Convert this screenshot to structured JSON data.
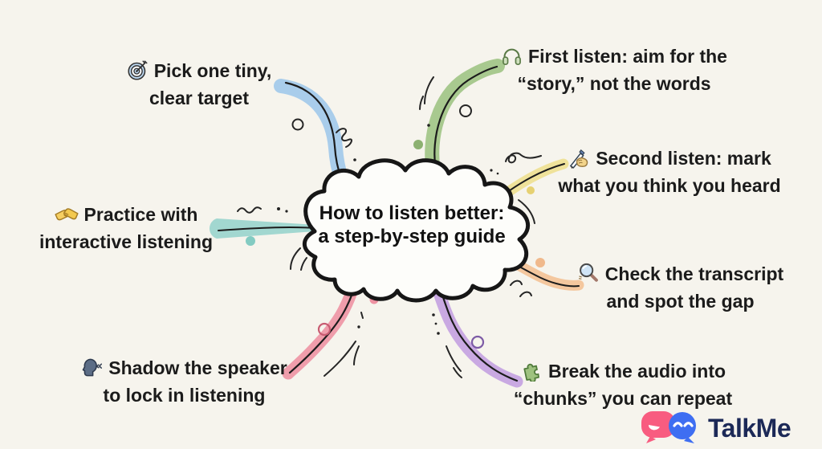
{
  "background": "#f6f4ed",
  "title": {
    "line1": "How to listen better:",
    "line2": "a step-by-step guide"
  },
  "nodes": [
    {
      "name": "pick-target",
      "icon": "target-icon",
      "line1": "Pick one tiny,",
      "line2": "clear target",
      "branch_color": "#a9cdeb"
    },
    {
      "name": "first-listen",
      "icon": "headphones-icon",
      "line1": "First listen: aim for the",
      "line2": "“story,” not the words",
      "branch_color": "#a8c98f"
    },
    {
      "name": "second-listen",
      "icon": "writing-hand-icon",
      "line1": "Second listen: mark",
      "line2": "what you think you heard",
      "branch_color": "#efe29a"
    },
    {
      "name": "check-transcript",
      "icon": "magnifier-icon",
      "line1": "Check the transcript",
      "line2": "and spot the gap",
      "branch_color": "#f4c79e"
    },
    {
      "name": "break-chunks",
      "icon": "puzzle-icon",
      "line1": "Break the audio into",
      "line2": "“chunks” you can repeat",
      "branch_color": "#c9a9e2"
    },
    {
      "name": "shadow-speaker",
      "icon": "speaking-head-icon",
      "line1": "Shadow the speaker",
      "line2": "to lock in listening",
      "branch_color": "#ef9dab"
    },
    {
      "name": "practice-interactive",
      "icon": "handshake-icon",
      "line1": "Practice with",
      "line2": "interactive listening",
      "branch_color": "#a2d7d0"
    }
  ],
  "logo": {
    "text": "TalkMe",
    "bubble_pink": "#f85c80",
    "bubble_blue": "#3e6ef2",
    "text_color": "#1c2957"
  }
}
